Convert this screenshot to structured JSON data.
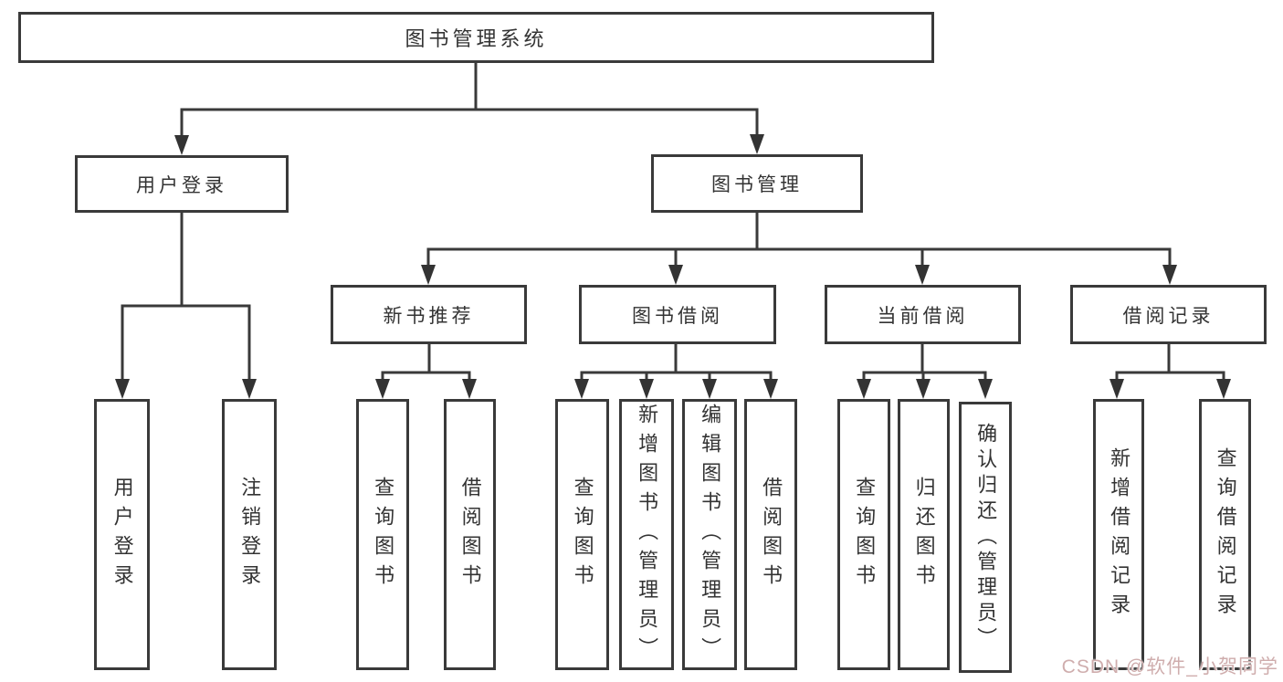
{
  "watermark": "CSDN @软件_小贺同学",
  "colors": {
    "line": "#3a3a3a",
    "box_border": "#3a3a3a",
    "text": "#333333",
    "watermark": "#cfadad",
    "background": "#ffffff"
  },
  "diagram": {
    "type": "hierarchy-tree",
    "root": {
      "label": "图书管理系统",
      "children": [
        {
          "label": "用户登录",
          "children": [
            {
              "label": "用户登录"
            },
            {
              "label": "注销登录"
            }
          ]
        },
        {
          "label": "图书管理",
          "children": [
            {
              "label": "新书推荐",
              "children": [
                {
                  "label": "查询图书"
                },
                {
                  "label": "借阅图书"
                }
              ]
            },
            {
              "label": "图书借阅",
              "children": [
                {
                  "label": "查询图书"
                },
                {
                  "label": "新增图书（管理员）"
                },
                {
                  "label": "编辑图书（管理员）"
                },
                {
                  "label": "借阅图书"
                }
              ]
            },
            {
              "label": "当前借阅",
              "children": [
                {
                  "label": "查询图书"
                },
                {
                  "label": "归还图书"
                },
                {
                  "label": "确认归还（管理员）"
                }
              ]
            },
            {
              "label": "借阅记录",
              "children": [
                {
                  "label": "新增借阅记录"
                },
                {
                  "label": "查询借阅记录"
                }
              ]
            }
          ]
        }
      ]
    }
  }
}
